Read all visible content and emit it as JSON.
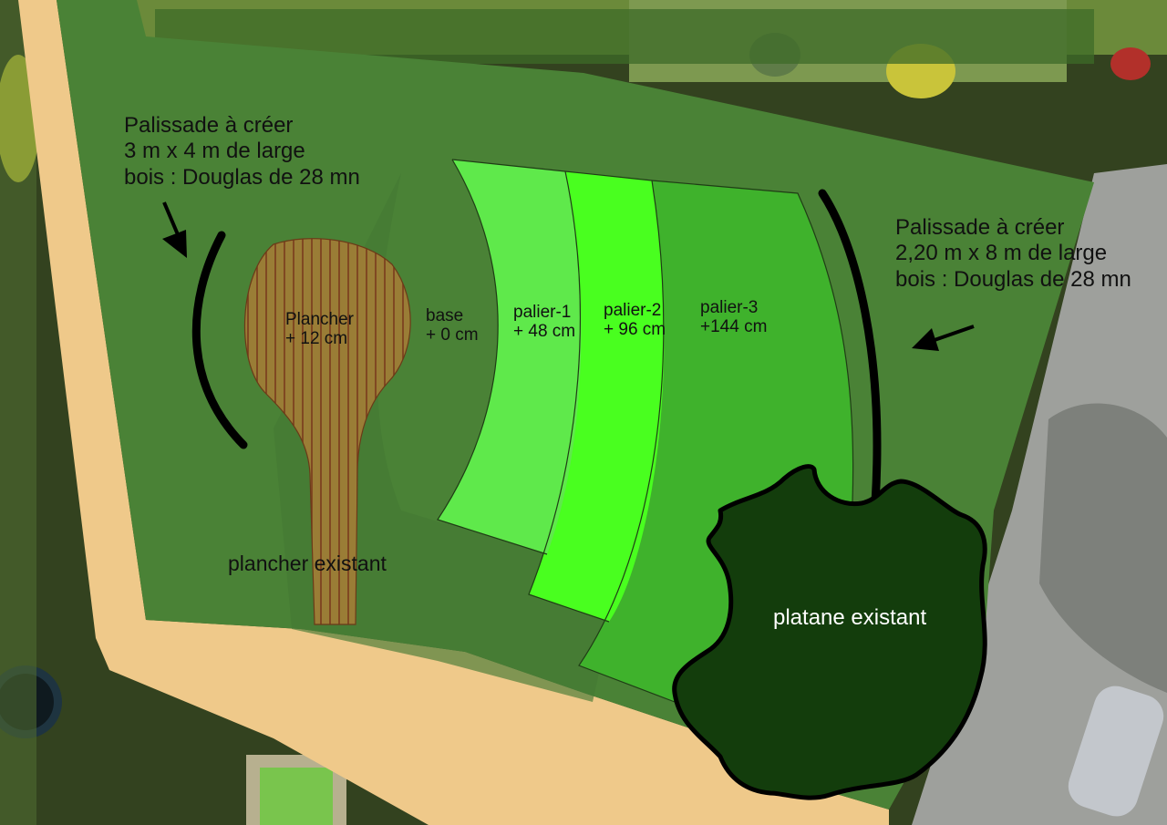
{
  "colors": {
    "grass": "#4a8236",
    "base": "#447a34",
    "palier_1": "#5fe94b",
    "palier_2": "#49ff1f",
    "palier_3": "#3fb22c",
    "platane": "#133d0c",
    "sand": "#efc98a",
    "wood": "#9a7d36",
    "wood_lines": "#7a3b1c",
    "palissade": "#000000"
  },
  "annotations": {
    "palissade_left": {
      "line1": "Palissade à créer",
      "line2": "3 m x 4 m de large",
      "line3": "bois : Douglas de 28 mn"
    },
    "palissade_right": {
      "line1": "Palissade à créer",
      "line2": "2,20 m x 8 m de large",
      "line3": "bois : Douglas de 28 mn"
    }
  },
  "zones": {
    "plancher": {
      "name": "Plancher",
      "level": "+ 12 cm"
    },
    "base": {
      "name": "base",
      "level": "+ 0 cm"
    },
    "palier_1": {
      "name": "palier-1",
      "level": "+ 48 cm"
    },
    "palier_2": {
      "name": "palier-2",
      "level": "+ 96 cm"
    },
    "palier_3": {
      "name": "palier-3",
      "level": "+144 cm"
    }
  },
  "existing": {
    "plancher": "plancher existant",
    "platane": "platane existant"
  }
}
